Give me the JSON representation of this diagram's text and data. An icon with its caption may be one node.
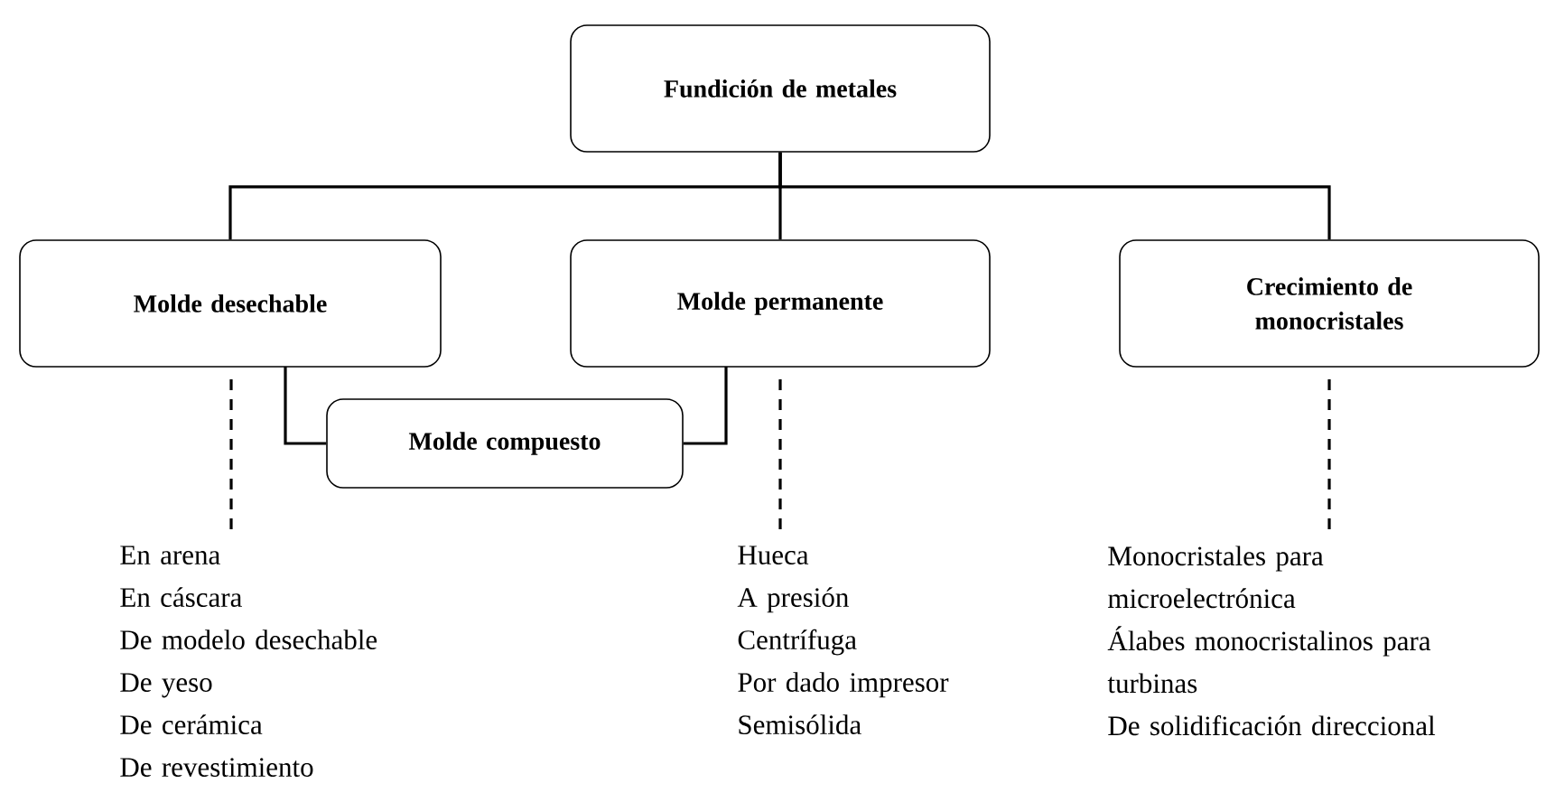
{
  "diagram": {
    "nodes": [
      {
        "text": [
          "Fundición de metales"
        ]
      },
      {
        "text": [
          "Molde desechable"
        ]
      },
      {
        "text": [
          "Molde permanente"
        ]
      },
      {
        "text": [
          "Crecimiento de monocristales"
        ]
      },
      {
        "text": [
          "Molde compuesto"
        ]
      },
      {
        "text": [
          "En arena",
          "En cáscara",
          "De modelo desechable",
          "De yeso",
          "De cerámica",
          "De revestimiento"
        ]
      },
      {
        "text": [
          "Hueca",
          "A presión",
          "Centrífuga",
          "Por dado impresor",
          "Semisólida"
        ]
      },
      {
        "text": [
          "Monocristales para microelectrónica",
          "Álabes monocristalinos para turbinas",
          "De solidificación direccional"
        ]
      }
    ],
    "edges": [
      {
        "from": 0,
        "to": 1,
        "arrow": "none"
      },
      {
        "from": 0,
        "to": 2,
        "arrow": "none"
      },
      {
        "from": 0,
        "to": 3,
        "arrow": "none"
      },
      {
        "from": 1,
        "to": 4,
        "arrow": "none"
      },
      {
        "from": 2,
        "to": 4,
        "arrow": "none"
      },
      {
        "from": 1,
        "to": 5,
        "arrow": "none",
        "style": "dashed"
      },
      {
        "from": 2,
        "to": 6,
        "arrow": "none",
        "style": "dashed"
      },
      {
        "from": 3,
        "to": 7,
        "arrow": "none",
        "style": "dashed"
      }
    ]
  }
}
